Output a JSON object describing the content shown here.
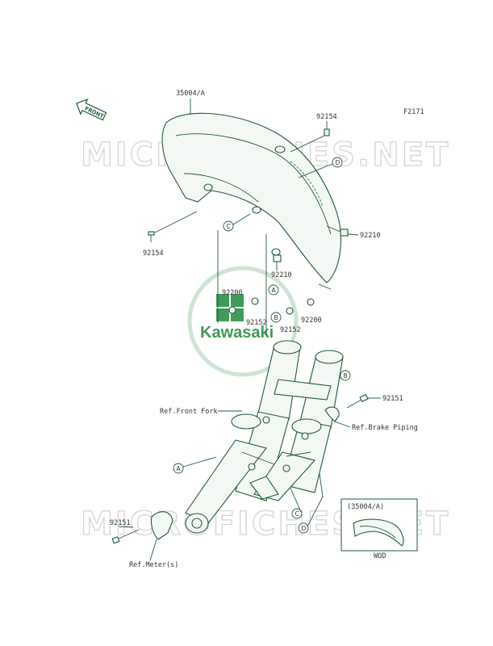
{
  "figure_code": "F2171",
  "watermark_text": "MICROFICHES.NET",
  "logo_text": "Kawasaki",
  "front_arrow_text": "FRONT",
  "part_labels": {
    "fender": "35004/A",
    "bolt_top": "92154",
    "bolt_left": "92154",
    "nut_right": "92210",
    "nut_center": "92210",
    "washer_left": "92200",
    "washer_right": "92200",
    "collar_left": "92152",
    "collar_right": "92152",
    "bolt_mid": "92151",
    "bolt_bottom": "92151"
  },
  "ref_labels": {
    "front_fork": "Ref.Front Fork",
    "brake_piping": "Ref.Brake Piping",
    "meter": "Ref.Meter(s)"
  },
  "callouts": [
    "A",
    "B",
    "C",
    "D"
  ],
  "inset": {
    "title": "(35004/A)",
    "caption": "WOD"
  },
  "colors": {
    "line": "#1f5a34",
    "part_fill": "#f4f8f4",
    "watermark": "#d4d4d4",
    "logo_green": "#1d8a3a"
  }
}
